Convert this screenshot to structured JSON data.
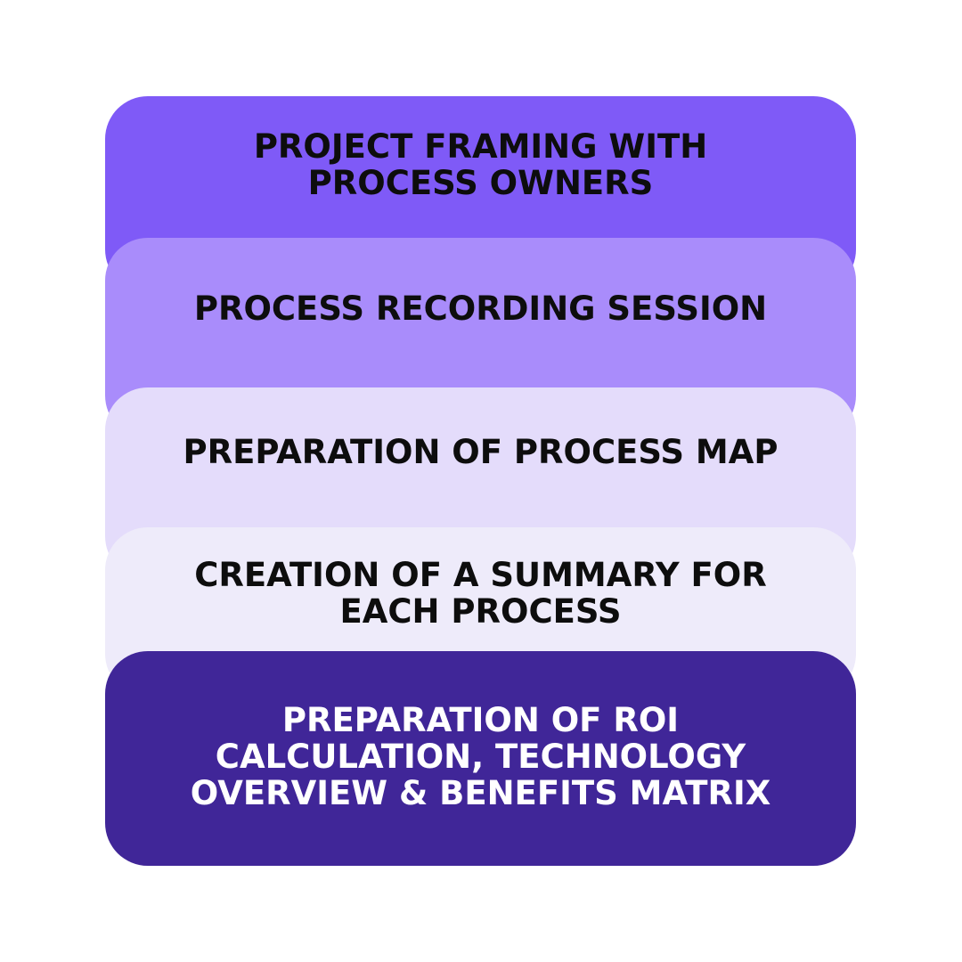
{
  "diagram": {
    "steps": [
      {
        "label": "PROJECT FRAMING WITH\nPROCESS OWNERS",
        "bg_color": "#7f5af7",
        "text_color": "#0d0d0d"
      },
      {
        "label": "PROCESS RECORDING SESSION",
        "bg_color": "#a98cfb",
        "text_color": "#0d0d0d"
      },
      {
        "label": "PREPARATION OF PROCESS MAP",
        "bg_color": "#e4dcfb",
        "text_color": "#0d0d0d"
      },
      {
        "label": "CREATION OF A SUMMARY FOR\nEACH PROCESS",
        "bg_color": "#eeebfa",
        "text_color": "#0d0d0d"
      },
      {
        "label": "PREPARATION OF ROI\nCALCULATION, TECHNOLOGY\nOVERVIEW & BENEFITS MATRIX",
        "bg_color": "#402698",
        "text_color": "#ffffff"
      }
    ]
  }
}
